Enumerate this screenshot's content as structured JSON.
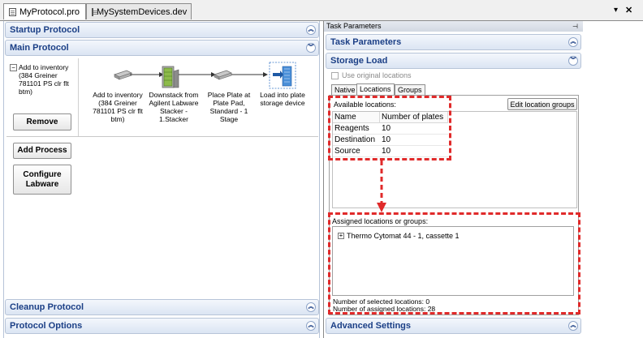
{
  "doc_tabs": [
    "MyProtocol.pro",
    "MySystemDevices.dev"
  ],
  "window_controls": {
    "pin": "▾",
    "close": "✕"
  },
  "left": {
    "startup_header": "Startup Protocol",
    "main_header": "Main Protocol",
    "cleanup_header": "Cleanup Protocol",
    "options_header": "Protocol Options",
    "tree_toggle": "−",
    "inventory_item": "Add to inventory (384 Greiner 781101 PS clr flt btm)",
    "remove_label": "Remove",
    "add_process_label": "Add Process",
    "configure_labware_label": "Configure Labware",
    "steps": [
      {
        "label": "Add to inventory (384 Greiner 781101 PS clr flt btm)"
      },
      {
        "label": "Downstack from Agilent Labware Stacker - 1.Stacker"
      },
      {
        "label": "Place Plate at Plate Pad, Standard - 1 Stage"
      },
      {
        "label": "Load into plate storage device"
      }
    ]
  },
  "right": {
    "title": "Task Parameters",
    "pin": "⊣",
    "task_params_header": "Task Parameters",
    "storage_load_header": "Storage Load",
    "advanced_header": "Advanced Settings",
    "use_original_label": "Use original locations",
    "tabs": [
      "Native",
      "Locations",
      "Groups"
    ],
    "available_label": "Available locations:",
    "edit_groups_label": "Edit location groups",
    "columns": [
      "Name",
      "Number of plates"
    ],
    "rows": [
      {
        "name": "Reagents",
        "plates": "10"
      },
      {
        "name": "Destination",
        "plates": "10"
      },
      {
        "name": "Source",
        "plates": "10"
      }
    ],
    "assigned_label": "Assigned locations or groups:",
    "assigned_toggle": "+",
    "assigned_item": "Thermo Cytomat 44 - 1, cassette 1",
    "selected_count": "Number of selected locations: 0",
    "assigned_count": "Number of assigned locations: 28"
  },
  "colors": {
    "header_text": "#1b3f86",
    "highlight": "#e02a2a"
  }
}
